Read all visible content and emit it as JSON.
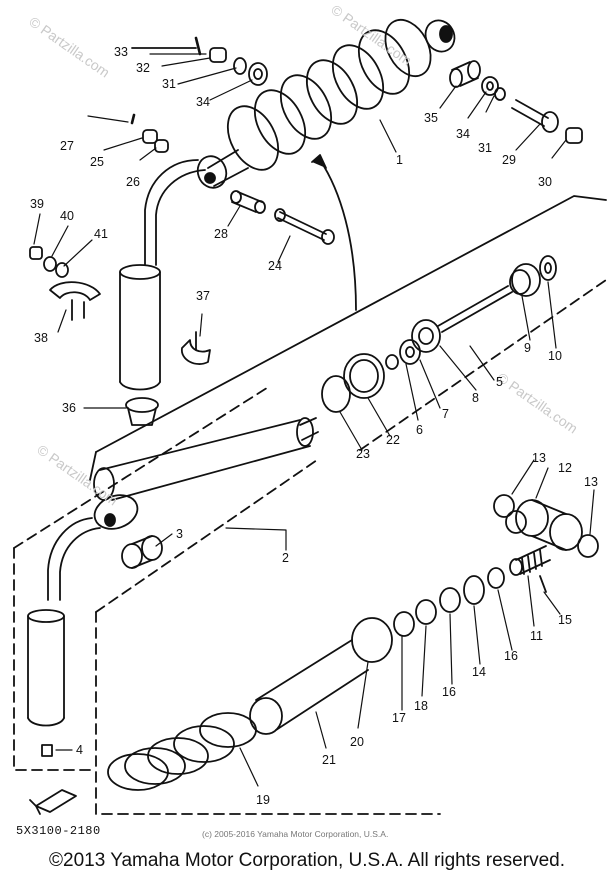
{
  "watermarks": [
    "© Partzilla.com",
    "© Partzilla.com",
    "© Partzilla.com",
    "© Partzilla.com"
  ],
  "callouts": [
    "1",
    "2",
    "3",
    "4",
    "5",
    "6",
    "7",
    "8",
    "9",
    "10",
    "11",
    "12",
    "13",
    "13",
    "14",
    "15",
    "16",
    "16",
    "17",
    "18",
    "19",
    "20",
    "21",
    "22",
    "23",
    "24",
    "25",
    "26",
    "27",
    "28",
    "29",
    "30",
    "31",
    "31",
    "32",
    "33",
    "34",
    "34",
    "35",
    "36",
    "37",
    "38",
    "39",
    "40",
    "41"
  ],
  "diagram_code": "5X3100-2180",
  "small_copyright": "(c) 2005-2016 Yamaha Motor Corporation, U.S.A.",
  "footer_copyright": "©2013 Yamaha Motor Corporation, U.S.A. All rights reserved.",
  "fwd_icon": "fwd-arrow-icon"
}
